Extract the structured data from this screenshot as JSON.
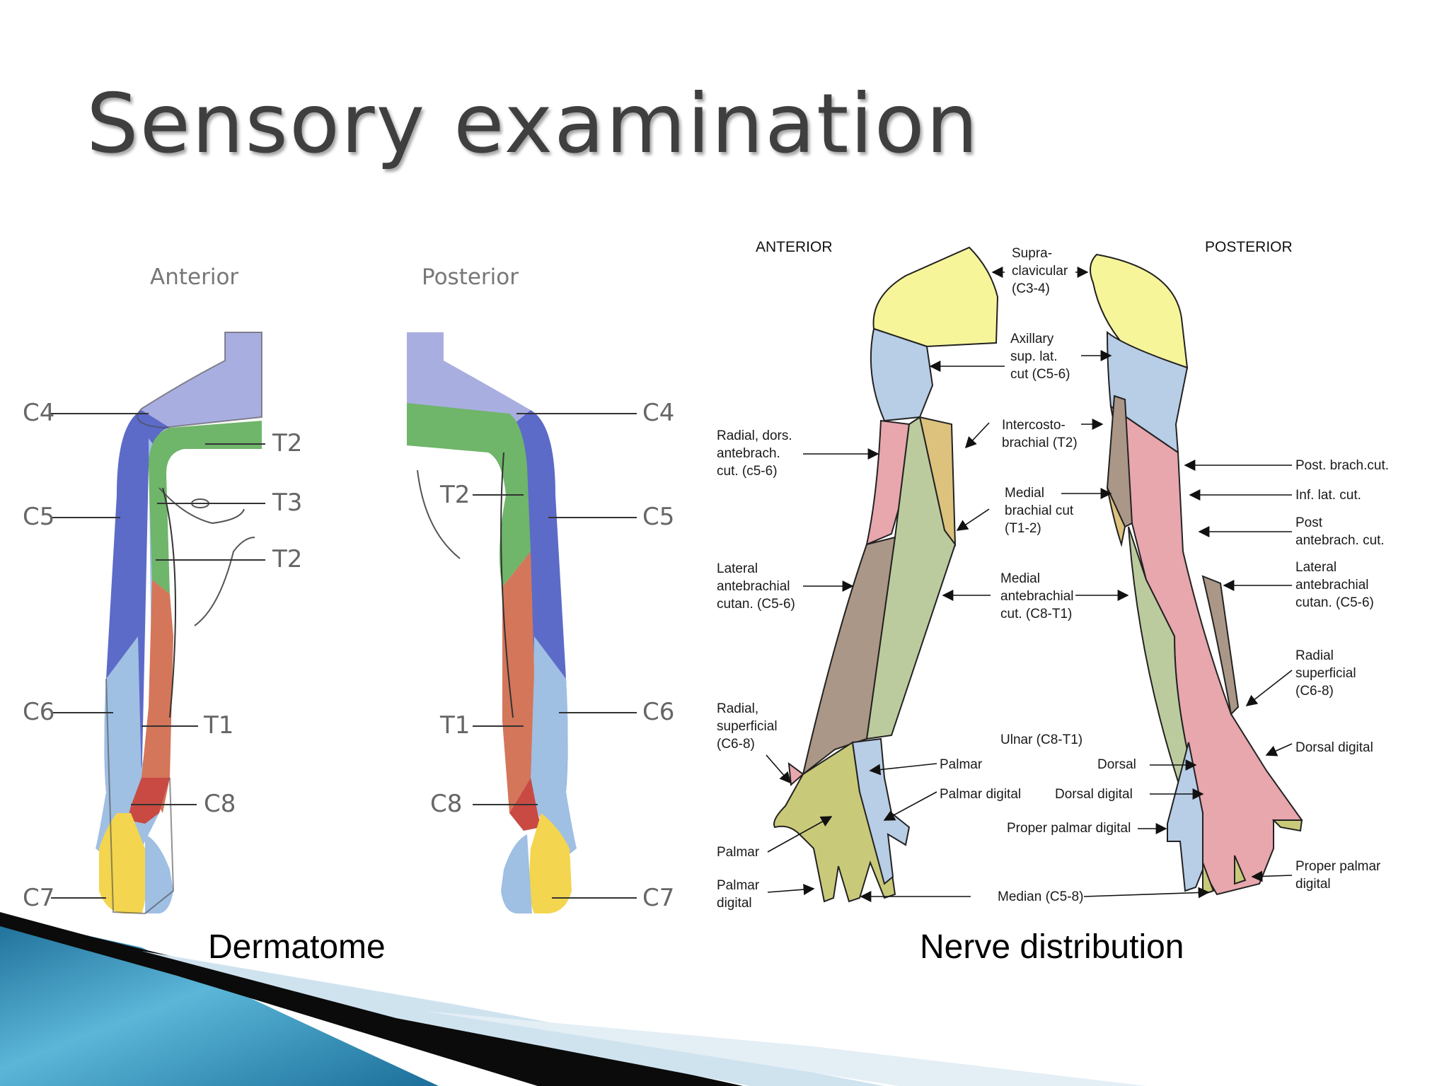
{
  "slide": {
    "title": "Sensory examination"
  },
  "dermatome": {
    "caption": "Dermatome",
    "anterior_heading": "Anterior",
    "posterior_heading": "Posterior",
    "anterior_labels": [
      "C4",
      "C5",
      "C6",
      "C7",
      "T2",
      "T3",
      "T2",
      "T1",
      "C8"
    ],
    "posterior_labels": [
      "C4",
      "C5",
      "C6",
      "C7",
      "T2",
      "T1",
      "C8"
    ],
    "colors": {
      "C4": "#a9aee0",
      "C5": "#5c6bc7",
      "C6": "#9fbfe3",
      "C7": "#f3d54f",
      "C8": "#c84a43",
      "T1": "#d4765a",
      "T2": "#6fb56a"
    }
  },
  "nerves": {
    "caption": "Nerve distribution",
    "anterior_heading": "ANTERIOR",
    "posterior_heading": "POSTERIOR",
    "labels": {
      "supraclavicular": "Supra-\nclavicular\n(C3-4)",
      "axillary": "Axillary\nsup. lat.\ncut (C5-6)",
      "intercosto": "Intercosto-\nbrachial (T2)",
      "medial_brachial": "Medial\nbrachial cut\n(T1-2)",
      "medial_antebrachial": "Medial\nantebrachial\ncut. (C8-T1)",
      "radial_dors": "Radial, dors.\nantebrach.\ncut. (c5-6)",
      "lateral_ante_left": "Lateral\nantebrachial\ncutan. (C5-6)",
      "radial_sup_left": "Radial,\nsuperficial\n(C6-8)",
      "palmar_left": "Palmar",
      "palmar_digital_left": "Palmar\ndigital",
      "ulnar": "Ulnar (C8-T1)",
      "palmar_mid": "Palmar",
      "palmar_digital_mid": "Palmar digital",
      "dorsal": "Dorsal",
      "dorsal_digital": "Dorsal digital",
      "proper_palmar_digital": "Proper palmar digital",
      "median": "Median (C5-8)",
      "post_brach": "Post. brach.cut.",
      "inf_lat": "Inf. lat. cut.",
      "post_antebrach": "Post\nantebrach. cut.",
      "lateral_ante_right": "Lateral\nantebrachial\ncutan. (C5-6)",
      "radial_sup_right": "Radial\nsuperficial\n(C6-8)",
      "dorsal_digital_right": "Dorsal digital",
      "proper_palmar_right": "Proper palmar\ndigital"
    },
    "colors": {
      "yellow": "#f7f59a",
      "blue": "#b8cde6",
      "pink": "#e8a6ad",
      "green": "#bccb9e",
      "brown": "#ab9787",
      "tan": "#dcc27d",
      "hand": "#c9c97a"
    }
  }
}
